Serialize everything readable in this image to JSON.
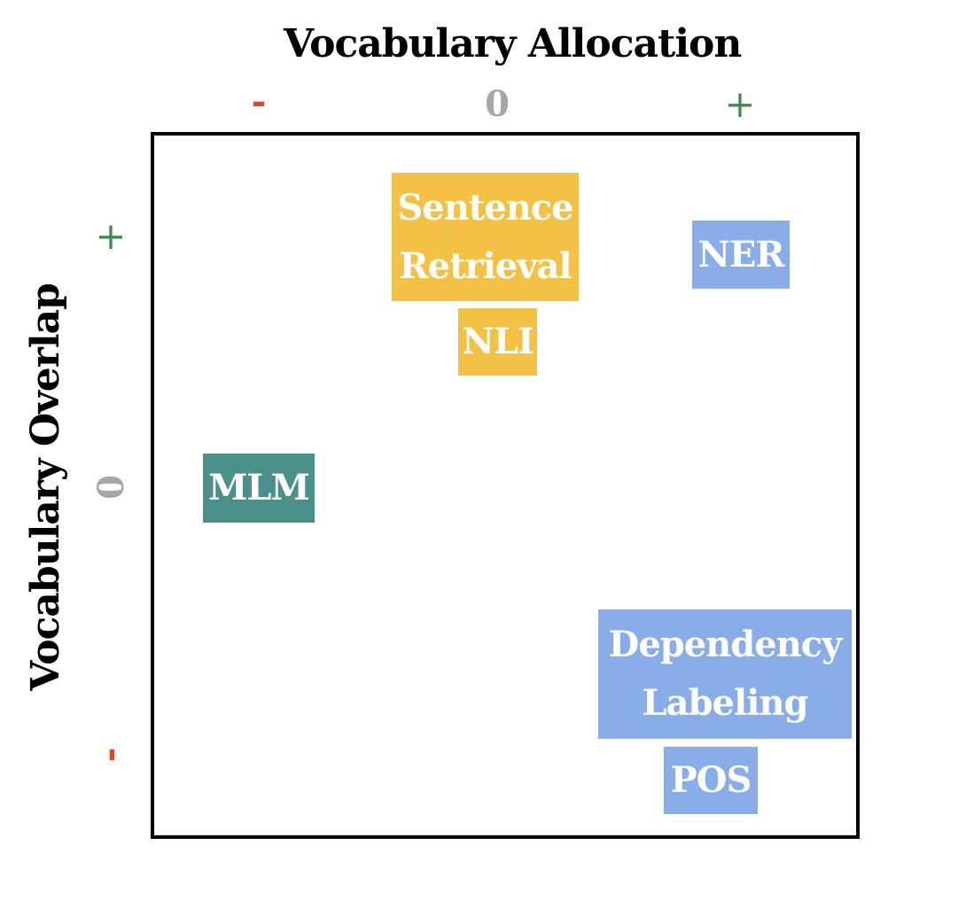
{
  "axes": {
    "x_title": "Vocabulary Allocation",
    "y_title": "Vocabulary Overlap",
    "x_ticks": {
      "minus": "-",
      "zero": "0",
      "plus": "+"
    },
    "y_ticks": {
      "plus": "+",
      "zero": "0",
      "minus": "-"
    }
  },
  "colors": {
    "minus": "#e2462a",
    "zero": "#a6a6a6",
    "plus": "#3f8a4f",
    "yellow": "#f3c146",
    "blue": "#88ade8",
    "teal": "#4a8f8a"
  },
  "tasks": {
    "sentence_retrieval": {
      "line1": "Sentence",
      "line2": "Retrieval",
      "color": "#f3c146"
    },
    "nli": {
      "label": "NLI",
      "color": "#f3c146"
    },
    "ner": {
      "label": "NER",
      "color": "#88ade8"
    },
    "mlm": {
      "label": "MLM",
      "color": "#4a8f8a"
    },
    "dependency_labeling": {
      "line1": "Dependency",
      "line2": "Labeling",
      "color": "#88ade8"
    },
    "pos": {
      "label": "POS",
      "color": "#88ade8"
    }
  }
}
